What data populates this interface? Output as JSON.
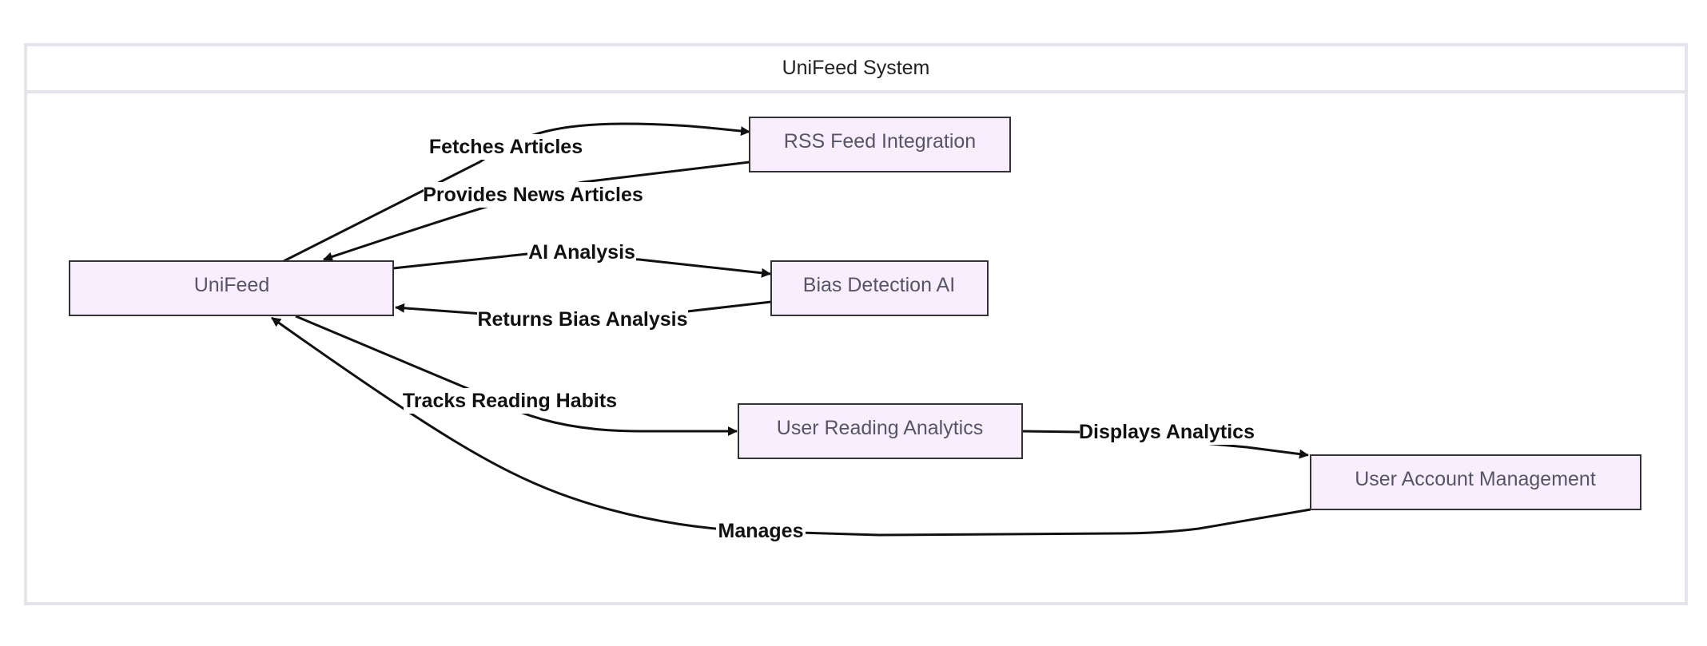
{
  "diagram": {
    "title": "UniFeed System",
    "nodes": {
      "unifeed": "UniFeed",
      "rss": "RSS Feed Integration",
      "bias": "Bias Detection AI",
      "analytics": "User Reading Analytics",
      "account": "User Account Management"
    },
    "edges": {
      "fetches": "Fetches Articles",
      "provides": "Provides News Articles",
      "ai_analysis": "AI Analysis",
      "returns_bias": "Returns Bias Analysis",
      "tracks": "Tracks Reading Habits",
      "displays": "Displays Analytics",
      "manages": "Manages"
    }
  }
}
